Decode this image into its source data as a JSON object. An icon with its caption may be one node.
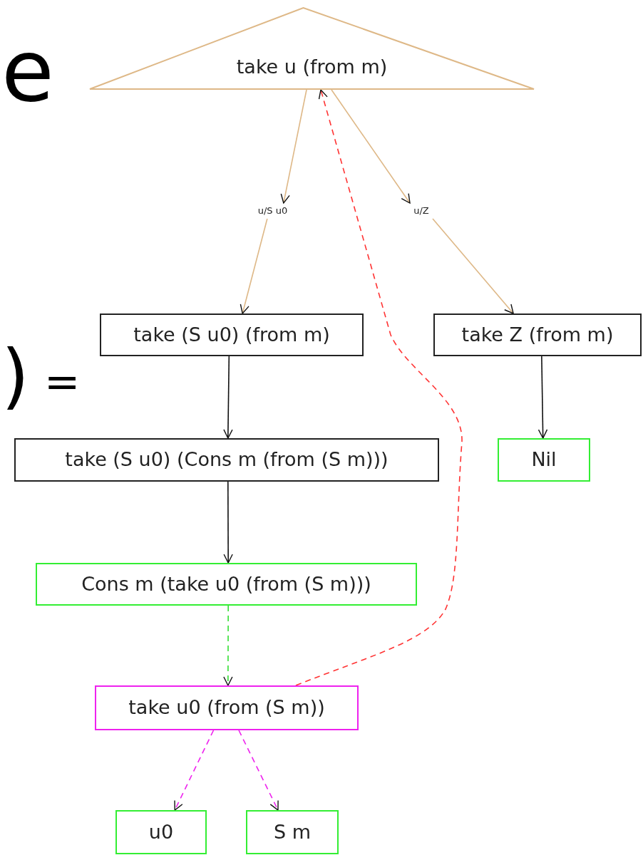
{
  "diagram": {
    "nodes": [
      {
        "text": [
          "take u (from m)"
        ]
      },
      {
        "text": [
          "u/S u0"
        ]
      },
      {
        "text": [
          "u/Z"
        ]
      },
      {
        "text": [
          "take (S u0) (from m)"
        ]
      },
      {
        "text": [
          "take Z (from m)"
        ]
      },
      {
        "text": [
          "take (S u0) (Cons m (from (S m)))"
        ]
      },
      {
        "text": [
          "Nil"
        ]
      },
      {
        "text": [
          "Cons m (take u0 (from (S m)))"
        ]
      },
      {
        "text": [
          "take u0 (from (S m))"
        ]
      },
      {
        "text": [
          "u0"
        ]
      },
      {
        "text": [
          "S m"
        ]
      }
    ],
    "edges": [
      {
        "from": 0,
        "to": 1,
        "arrow": "to",
        "color": "#deb887"
      },
      {
        "from": 0,
        "to": 2,
        "arrow": "to",
        "color": "#deb887"
      },
      {
        "from": 1,
        "to": 3,
        "arrow": "to",
        "color": "#deb887"
      },
      {
        "from": 2,
        "to": 4,
        "arrow": "to",
        "color": "#deb887"
      },
      {
        "from": 3,
        "to": 5,
        "arrow": "to",
        "color": "#111111"
      },
      {
        "from": 4,
        "to": 6,
        "arrow": "to",
        "color": "#111111"
      },
      {
        "from": 5,
        "to": 7,
        "arrow": "to",
        "color": "#111111"
      },
      {
        "from": 7,
        "to": 8,
        "arrow": "to",
        "style": "dashed",
        "color": "#33dd33"
      },
      {
        "from": 8,
        "to": 0,
        "arrow": "to",
        "style": "dashed",
        "color": "#ff3333"
      },
      {
        "from": 8,
        "to": 9,
        "arrow": "to",
        "style": "dashed",
        "color": "#ee22ee"
      },
      {
        "from": 8,
        "to": 10,
        "arrow": "to",
        "style": "dashed",
        "color": "#ee22ee"
      }
    ],
    "labels": [
      "e",
      ")",
      "="
    ]
  }
}
